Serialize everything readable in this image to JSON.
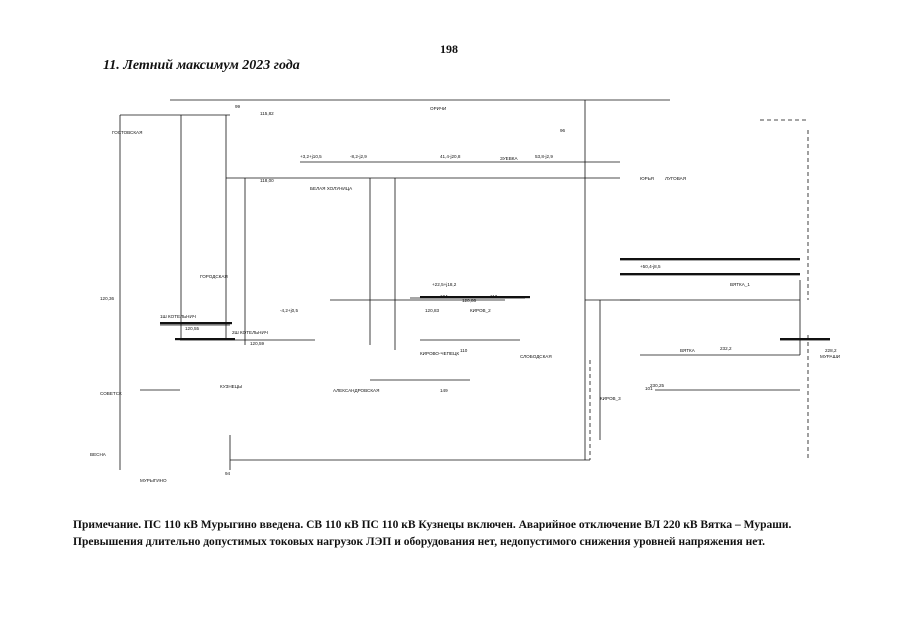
{
  "page": {
    "number": "198"
  },
  "heading": {
    "title": "11. Летний максимум 2023 года"
  },
  "note": {
    "line1": "Примечание. ПС 110 кВ Мурыгино введена. СВ 110 кВ ПС 110 кВ Кузнецы включен. Аварийное отключение ВЛ 220 кВ Вятка – Мураши.",
    "line2": "Превышения длительно допустимых токовых нагрузок ЛЭП и оборудования нет, недопустимого снижения уровней напряжения нет."
  },
  "diagram": {
    "labels": {
      "gostovskaya": "ГОСТОВСКАЯ",
      "kotelnich_1sh": "1Ш КОТЕЛЬНИЧ",
      "kotelnich_2sh": "2Ш КОТЕЛЬНИЧ",
      "vyatka": "ВЯТКА",
      "vyatka_1": "ВЯТКА_1",
      "kirov_2": "КИРОВ_2",
      "kirov_3": "КИРОВ_3",
      "murashi": "МУРАШИ",
      "orichi": "ОРИЧИ",
      "yurya": "ЮРЬЯ",
      "gorodskaya": "ГОРОДСКАЯ",
      "belaya_holunitsa": "БЕЛАЯ ХОЛУНИЦА",
      "kirovo_chepetsk": "КИРОВО-ЧЕПЕЦК",
      "sovetsk": "СОВЕТСК",
      "slobodskaya": "СЛОБОДСКАЯ",
      "vesna": "ВЕСНА",
      "murygino": "МУРЫГИНО",
      "kuznetsy": "КУЗНЕЦЫ",
      "zuevka": "ЗУЕВКА",
      "lugovaya": "ЛУГОВАЯ",
      "aleksandrovskaya": "АЛЕКСАНДРОВСКАЯ",
      "val_1": "120,36",
      "val_2": "120,55",
      "val_3": "120,59",
      "val_4": "120,83",
      "val_5": "120,86",
      "val_6": "228,2",
      "val_7": "232,2",
      "val_8": "230,25",
      "val_9": "115,82",
      "val_10": "118,00",
      "flow_1": "+3,2+j10,5",
      "flow_2": "-8,2-j2,9",
      "flow_3": "41,4-j20,8",
      "flow_4": "53,8-j2,9",
      "flow_5": "+50,4-j8,5",
      "flow_6": "+22,5+j18,2",
      "flow_7": "-4,2+j0,5",
      "num_1": "94",
      "num_2": "96",
      "num_3": "99",
      "num_4": "101",
      "num_5": "104",
      "num_6": "110",
      "num_7": "112",
      "num_8": "149"
    }
  }
}
